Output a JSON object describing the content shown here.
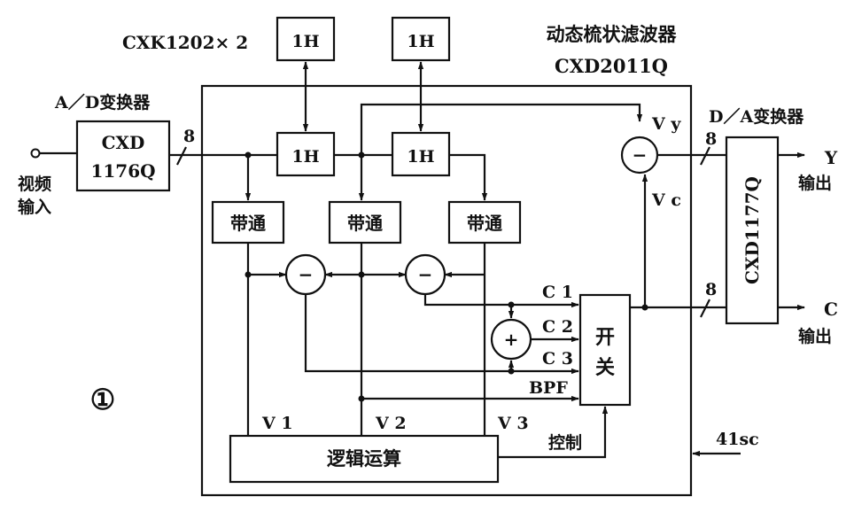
{
  "title": {
    "line1": "动态梳状滤波器",
    "line2": "CXD2011Q"
  },
  "labels": {
    "delay_chip": "CXK1202× 2",
    "adc_title": "A／D变换器",
    "adc_line1": "CXD",
    "adc_line2": "1176Q",
    "video_in_line1": "视频",
    "video_in_line2": "输入",
    "bus_width": "8",
    "dac_title": "D／A变换器",
    "dac_name": "CXD1177Q",
    "y_out_line1": "Y",
    "y_out_line2": "输出",
    "c_out_line1": "C",
    "c_out_line2": "输出",
    "vy": "V y",
    "vc": "V c",
    "c1": "C 1",
    "c2": "C 2",
    "c3": "C 3",
    "bpf": "BPF",
    "v1": "V 1",
    "v2": "V 2",
    "v3": "V 3",
    "control": "控制",
    "clock": "41sc",
    "figure_number": "①"
  },
  "blocks": {
    "delay": "1H",
    "bandpass": "带通",
    "switch_line1": "开",
    "switch_line2": "关",
    "logic": "逻辑运算",
    "minus": "−",
    "plus": "+"
  }
}
